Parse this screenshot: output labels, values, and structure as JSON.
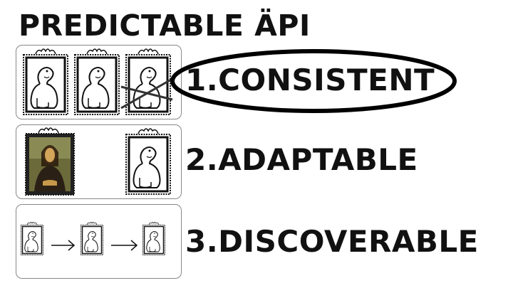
{
  "title": "PREDICTABLE ÄPI",
  "items": [
    {
      "label": "1.CONSISTENT",
      "highlighted": true
    },
    {
      "label": "2.ADAPTABLE"
    },
    {
      "label": "3.DISCOVERABLE"
    }
  ],
  "colors": {
    "ink": "#111111",
    "panel_border": "#888888",
    "ellipse": "#000000"
  }
}
